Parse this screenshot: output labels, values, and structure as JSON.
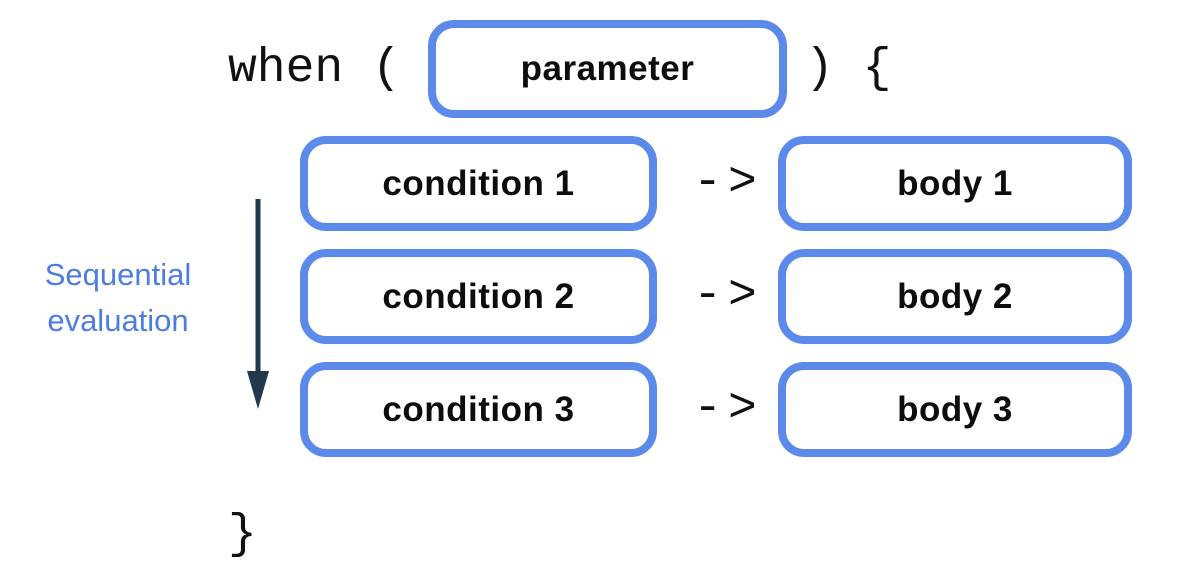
{
  "diagram": {
    "code": {
      "when_open": "when (",
      "close_paren_brace": ") {",
      "closing_brace": "}",
      "parameter_label": "parameter"
    },
    "rows": [
      {
        "condition": "condition 1",
        "arrow": "->",
        "body": "body 1"
      },
      {
        "condition": "condition 2",
        "arrow": "->",
        "body": "body 2"
      },
      {
        "condition": "condition 3",
        "arrow": "->",
        "body": "body 3"
      }
    ],
    "annotation": {
      "line1": "Sequential",
      "line2": "evaluation"
    },
    "colors": {
      "box_border": "#5b8aeb",
      "annotation_text": "#4d7ce2",
      "arrow_color": "#21394b",
      "label_text": "#0d0d0d",
      "code_text": "#111111"
    }
  }
}
